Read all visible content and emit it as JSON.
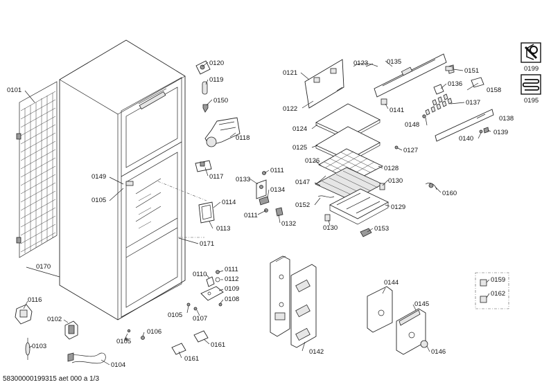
{
  "labels": {
    "l0101": "0101",
    "l0102": "0102",
    "l0103": "0103",
    "l0104": "0104",
    "l0105a": "0105",
    "l0105b": "0105",
    "l0105c": "0105",
    "l0106": "0106",
    "l0107": "0107",
    "l0108": "0108",
    "l0109": "0109",
    "l0110": "0110",
    "l0111a": "0111",
    "l0111b": "0111",
    "l0111c": "0111",
    "l0112": "0112",
    "l0113": "0113",
    "l0114": "0114",
    "l0116": "0116",
    "l0117": "0117",
    "l0118": "0118",
    "l0119": "0119",
    "l0120": "0120",
    "l0121": "0121",
    "l0122": "0122",
    "l0123": "0123",
    "l0124": "0124",
    "l0125": "0125",
    "l0126": "0126",
    "l0127": "0127",
    "l0128": "0128",
    "l0129": "0129",
    "l0130a": "0130",
    "l0130b": "0130",
    "l0132": "0132",
    "l0133": "0133",
    "l0134": "0134",
    "l0135": "0135",
    "l0136": "0136",
    "l0137": "0137",
    "l0138": "0138",
    "l0139": "0139",
    "l0140": "0140",
    "l0141": "0141",
    "l0142": "0142",
    "l0144": "0144",
    "l0145": "0145",
    "l0146": "0146",
    "l0147": "0147",
    "l0148": "0148",
    "l0149": "0149",
    "l0150": "0150",
    "l0151": "0151",
    "l0152": "0152",
    "l0153": "0153",
    "l0158": "0158",
    "l0159": "0159",
    "l0160": "0160",
    "l0161a": "0161",
    "l0161b": "0161",
    "l0162": "0162",
    "l0170": "0170",
    "l0171": "0171",
    "l0195": "0195",
    "l0199": "0199"
  },
  "footer": {
    "document_id": "58300000199315 aet 000 a 1/3"
  },
  "icons": {
    "service_icon": "wrench-icon",
    "coil_icon": "coil-icon"
  }
}
